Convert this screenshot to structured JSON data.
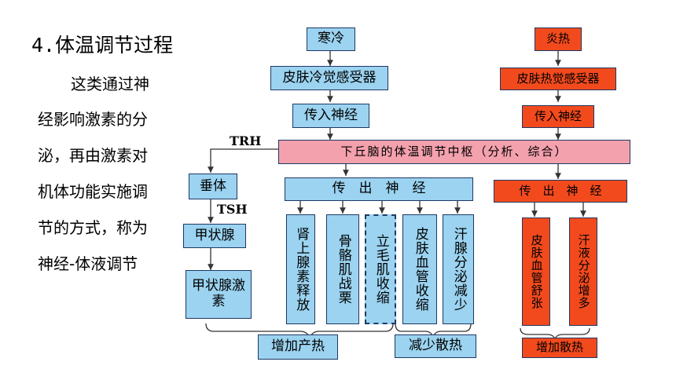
{
  "left": {
    "title": "4.体温调节过程",
    "lines": [
      "这类通过神",
      "经影响激素的分",
      "泌，再由激素对",
      "机体功能实施调",
      "节的方式，称为",
      "神经-体液调节"
    ]
  },
  "cold": {
    "start": "寒冷",
    "receptor": "皮肤冷觉感受器",
    "afferent": "传入神经",
    "efferent": "传　出　神　经",
    "effects": [
      "肾上腺素释放",
      "骨骼肌战栗",
      "立毛肌收缩",
      "皮肤血管收缩",
      "汗腺分泌减少"
    ],
    "increase_heat": "增加产热",
    "reduce_loss": "减少散热"
  },
  "center": "下丘脑的体温调节中枢（分析、综合）",
  "hormone": {
    "trh": "TRH",
    "pituitary": "垂体",
    "tsh": "TSH",
    "thyroid": "甲状腺",
    "thyroid_hormone": "甲状腺激素"
  },
  "hot": {
    "start": "炎热",
    "receptor": "皮肤热觉感受器",
    "afferent": "传入神经",
    "efferent": "传　出　神　经",
    "effects": [
      "皮肤血管舒张",
      "汗液分泌增多"
    ],
    "increase_loss": "增加散热"
  },
  "colors": {
    "blue": "#9bd3f0",
    "red": "#f24a1d",
    "pink": "#f4a1ae",
    "line": "#1f3864"
  }
}
